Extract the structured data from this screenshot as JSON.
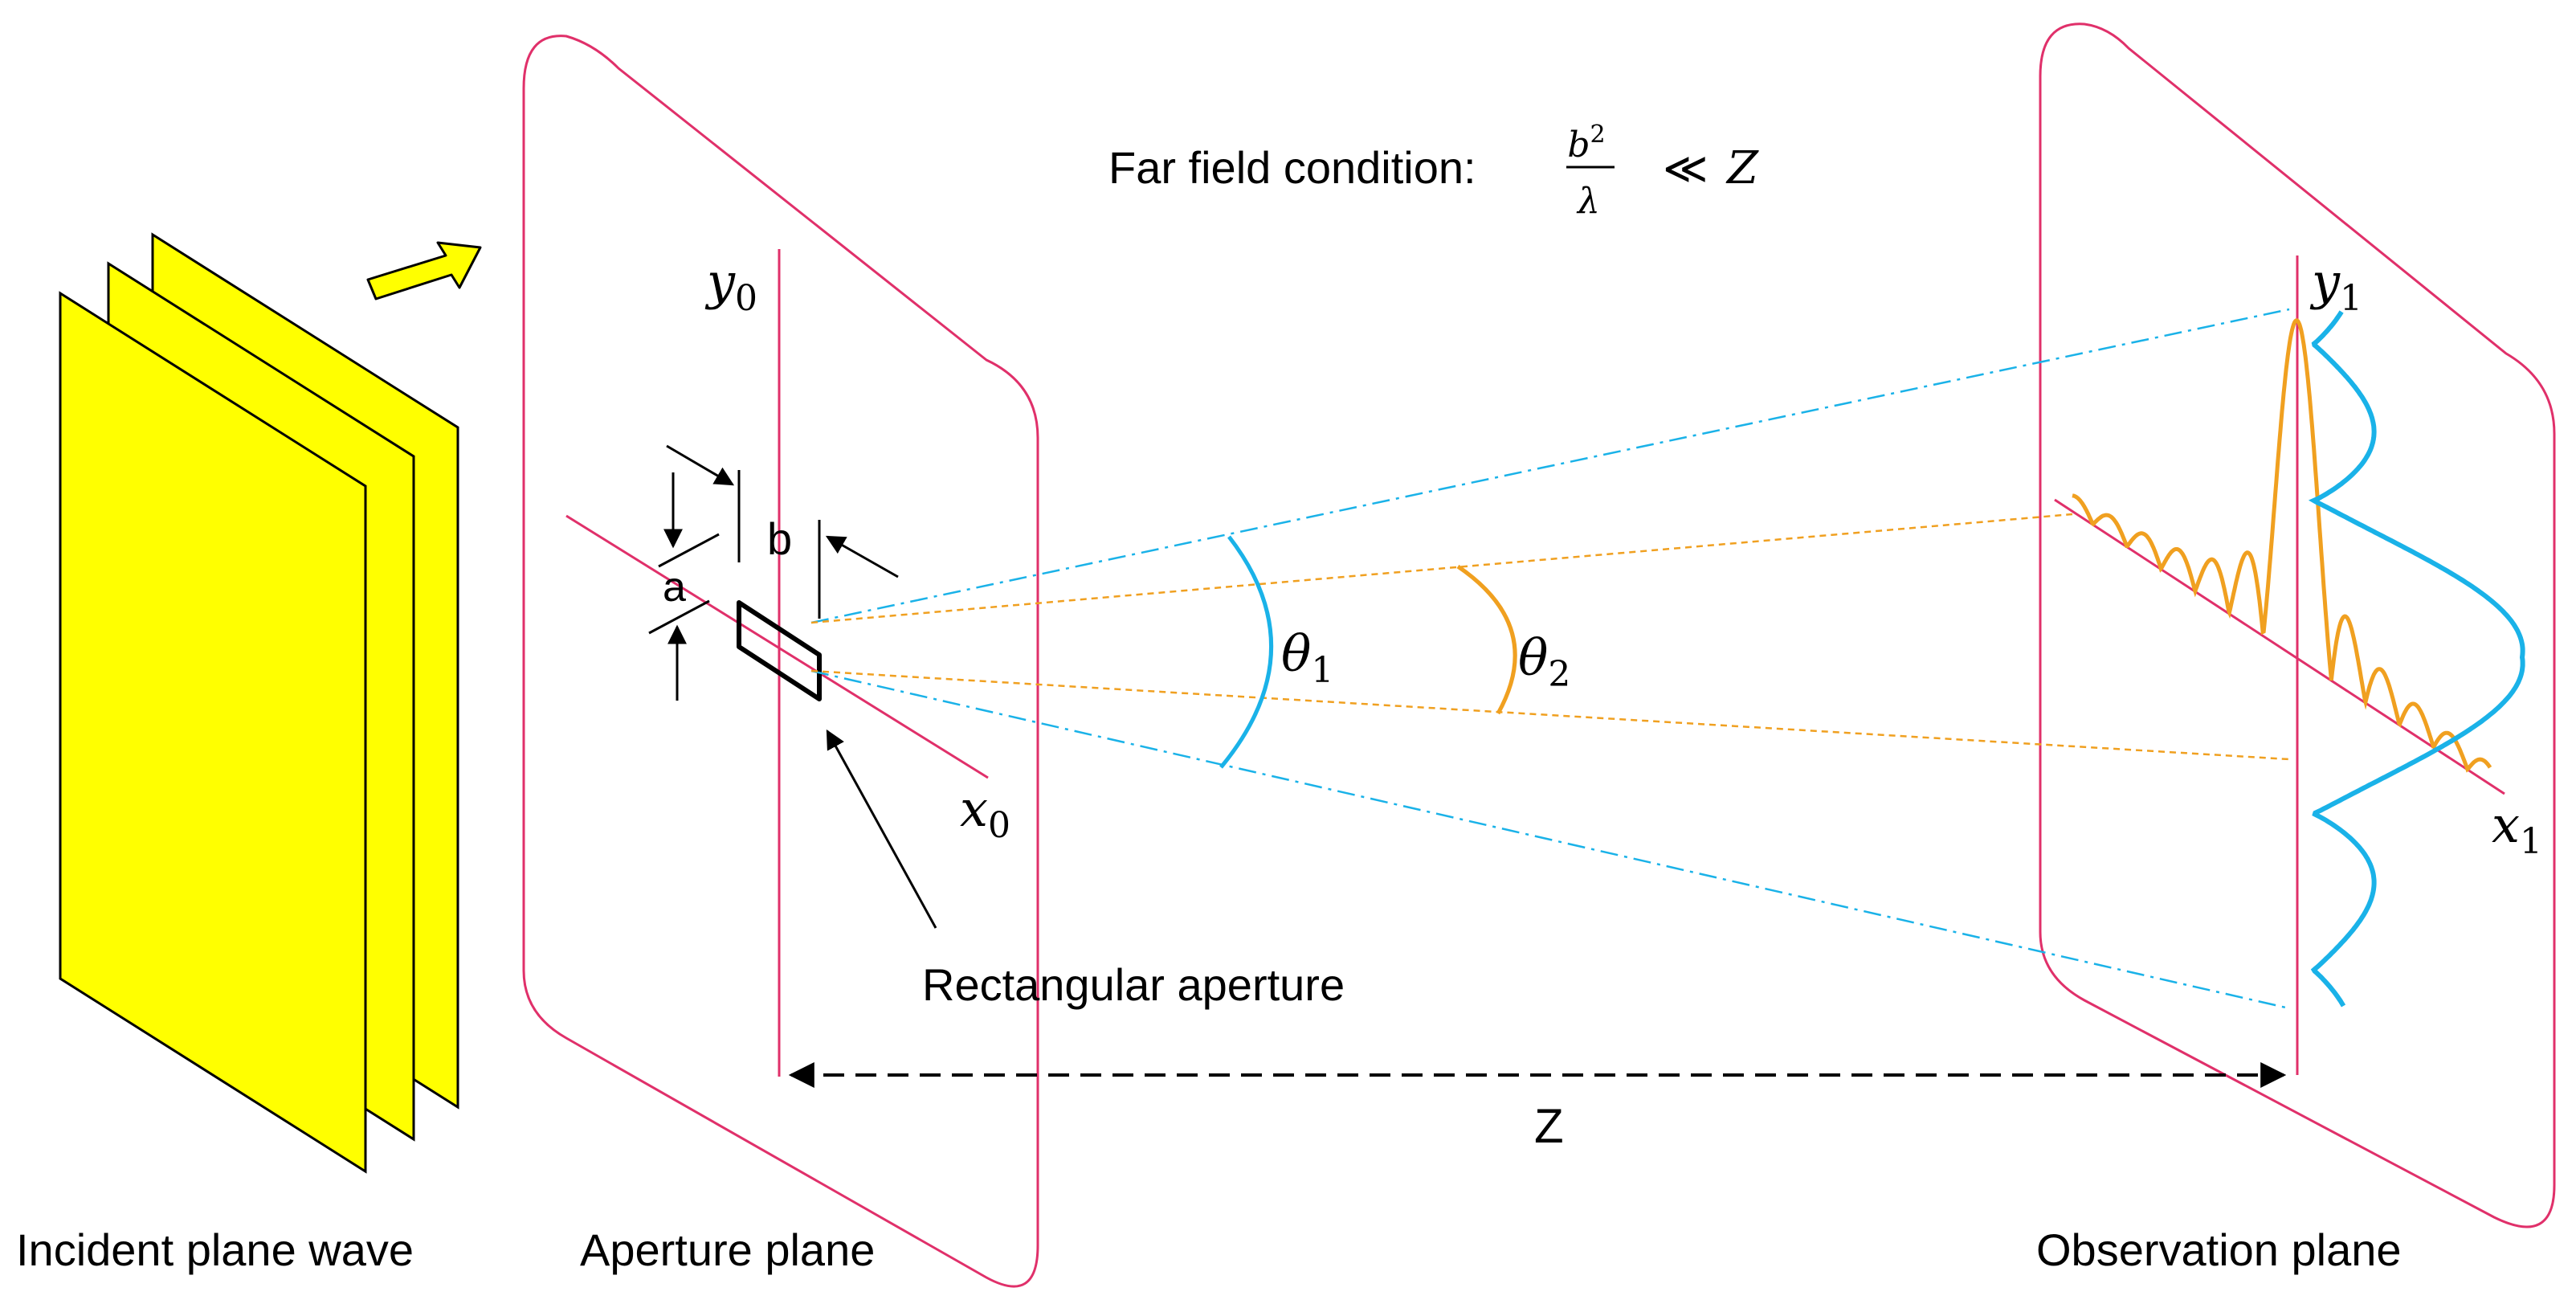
{
  "labels": {
    "incident": "Incident plane wave",
    "aperture_plane": "Aperture plane",
    "observation_plane": "Observation plane",
    "rect_aperture": "Rectangular aperture",
    "distance": "Z",
    "side_a": "a",
    "side_b": "b"
  },
  "far_field": {
    "prefix": "Far field condition: ",
    "numerator_base": "b",
    "numerator_exp": "2",
    "denominator": "λ",
    "relation": "≪",
    "rhs": "Z"
  },
  "axes": {
    "y0": {
      "base": "y",
      "sub": "0"
    },
    "x0": {
      "base": "x",
      "sub": "0"
    },
    "y1": {
      "base": "y",
      "sub": "1"
    },
    "x1": {
      "base": "x",
      "sub": "1"
    }
  },
  "angles": {
    "theta1": {
      "base": "θ",
      "sub": "1"
    },
    "theta2": {
      "base": "θ",
      "sub": "2"
    }
  },
  "colors": {
    "plane_wave": "#FFFF00",
    "plane_edge": "#E0306A",
    "pattern_b": "#1AB2E8",
    "pattern_a": "#F0A020"
  }
}
